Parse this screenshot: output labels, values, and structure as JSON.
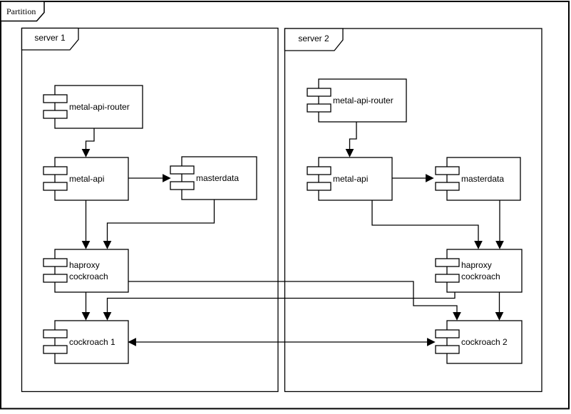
{
  "diagram_title": "Partition",
  "colors": {
    "stroke": "#000000",
    "shape_fill": "#ffffff",
    "background": "#ffffff",
    "text": "#000000"
  },
  "partition": {
    "label": "Partition"
  },
  "servers": [
    {
      "label": "server 1",
      "components": [
        {
          "label": "metal-api-router"
        },
        {
          "label": "metal-api"
        },
        {
          "label": "masterdata"
        },
        {
          "label": "haproxy cockroach",
          "line1": "haproxy",
          "line2": "cockroach"
        },
        {
          "label": "cockroach 1"
        }
      ]
    },
    {
      "label": "server 2",
      "components": [
        {
          "label": "metal-api-router"
        },
        {
          "label": "metal-api"
        },
        {
          "label": "masterdata"
        },
        {
          "label": "haproxy cockroach",
          "line1": "haproxy",
          "line2": "cockroach"
        },
        {
          "label": "cockroach 2"
        }
      ]
    }
  ],
  "connections": [
    {
      "from": "server1.metal-api-router",
      "to": "server1.metal-api",
      "style": "arrow"
    },
    {
      "from": "server1.metal-api",
      "to": "server1.masterdata",
      "style": "arrow"
    },
    {
      "from": "server1.metal-api",
      "to": "server1.haproxy-cockroach",
      "style": "arrow"
    },
    {
      "from": "server1.masterdata",
      "to": "server1.haproxy-cockroach",
      "style": "arrow"
    },
    {
      "from": "server1.haproxy-cockroach",
      "to": "server1.cockroach-1",
      "style": "arrow"
    },
    {
      "from": "server1.haproxy-cockroach",
      "to": "server2.cockroach-2",
      "style": "arrow"
    },
    {
      "from": "server2.metal-api-router",
      "to": "server2.metal-api",
      "style": "arrow"
    },
    {
      "from": "server2.metal-api",
      "to": "server2.masterdata",
      "style": "arrow"
    },
    {
      "from": "server2.metal-api",
      "to": "server2.haproxy-cockroach",
      "style": "arrow"
    },
    {
      "from": "server2.masterdata",
      "to": "server2.haproxy-cockroach",
      "style": "arrow"
    },
    {
      "from": "server2.haproxy-cockroach",
      "to": "server2.cockroach-2",
      "style": "arrow"
    },
    {
      "from": "server2.haproxy-cockroach",
      "to": "server1.cockroach-1",
      "style": "arrow"
    },
    {
      "from": "server1.cockroach-1",
      "to": "server2.cockroach-2",
      "style": "double-arrow"
    }
  ]
}
